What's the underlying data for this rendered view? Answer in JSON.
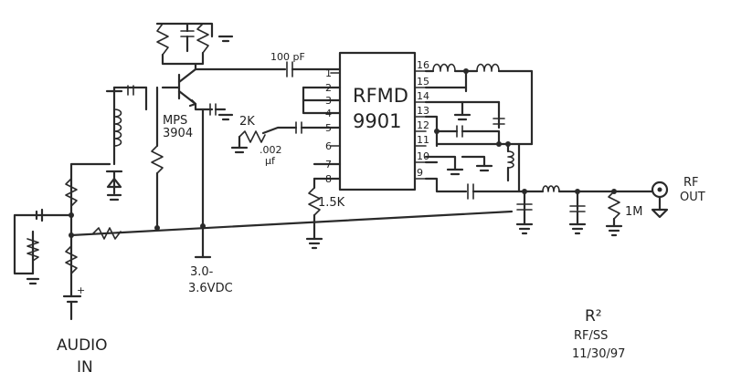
{
  "chip": {
    "line1": "RFMD",
    "line2": "9901"
  },
  "pins_left": [
    "1",
    "2",
    "3",
    "4",
    "5",
    "6",
    "7",
    "8"
  ],
  "pins_right": [
    "16",
    "15",
    "14",
    "13",
    "12",
    "11",
    "10",
    "9"
  ],
  "labels": {
    "cap_100pf": "100 pF",
    "transistor_line1": "MPS",
    "transistor_line2": "3904",
    "res_2k": "2K",
    "cap_002_line1": ".002",
    "cap_002_line2": "µf",
    "res_15k": "1.5K",
    "supply_line1": "3.0-",
    "supply_line2": "3.6VDC",
    "res_1m": "1M",
    "rf_out_line1": "RF",
    "rf_out_line2": "OUT",
    "audio_line1": "AUDIO",
    "audio_line2": "IN",
    "author_line1": "R²",
    "author_line2": "RF/SS",
    "author_line3": "11/30/97"
  }
}
